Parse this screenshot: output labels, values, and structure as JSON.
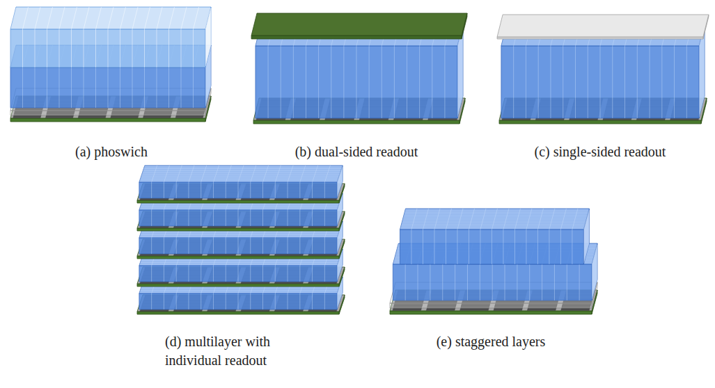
{
  "diagram": {
    "labels": [
      "(a) phoswich",
      "(b) dual-sided readout",
      "(c) single-sided readout",
      "(d) multilayer with individual readout",
      "(e) staggered layers"
    ]
  }
}
